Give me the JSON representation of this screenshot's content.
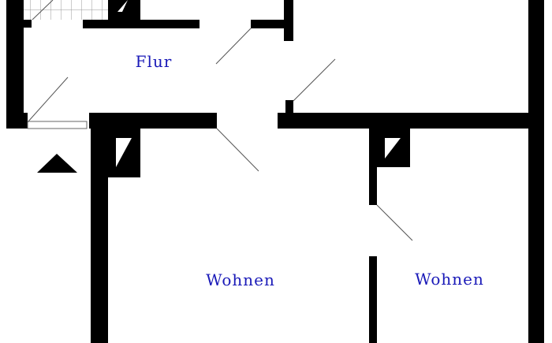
{
  "rooms": {
    "hall": "Flur",
    "living_left": "Wohnen",
    "living_right": "Wohnen"
  },
  "colors": {
    "wall": "#000000",
    "label": "#1a1ab8",
    "tile_grid": "#999999"
  }
}
